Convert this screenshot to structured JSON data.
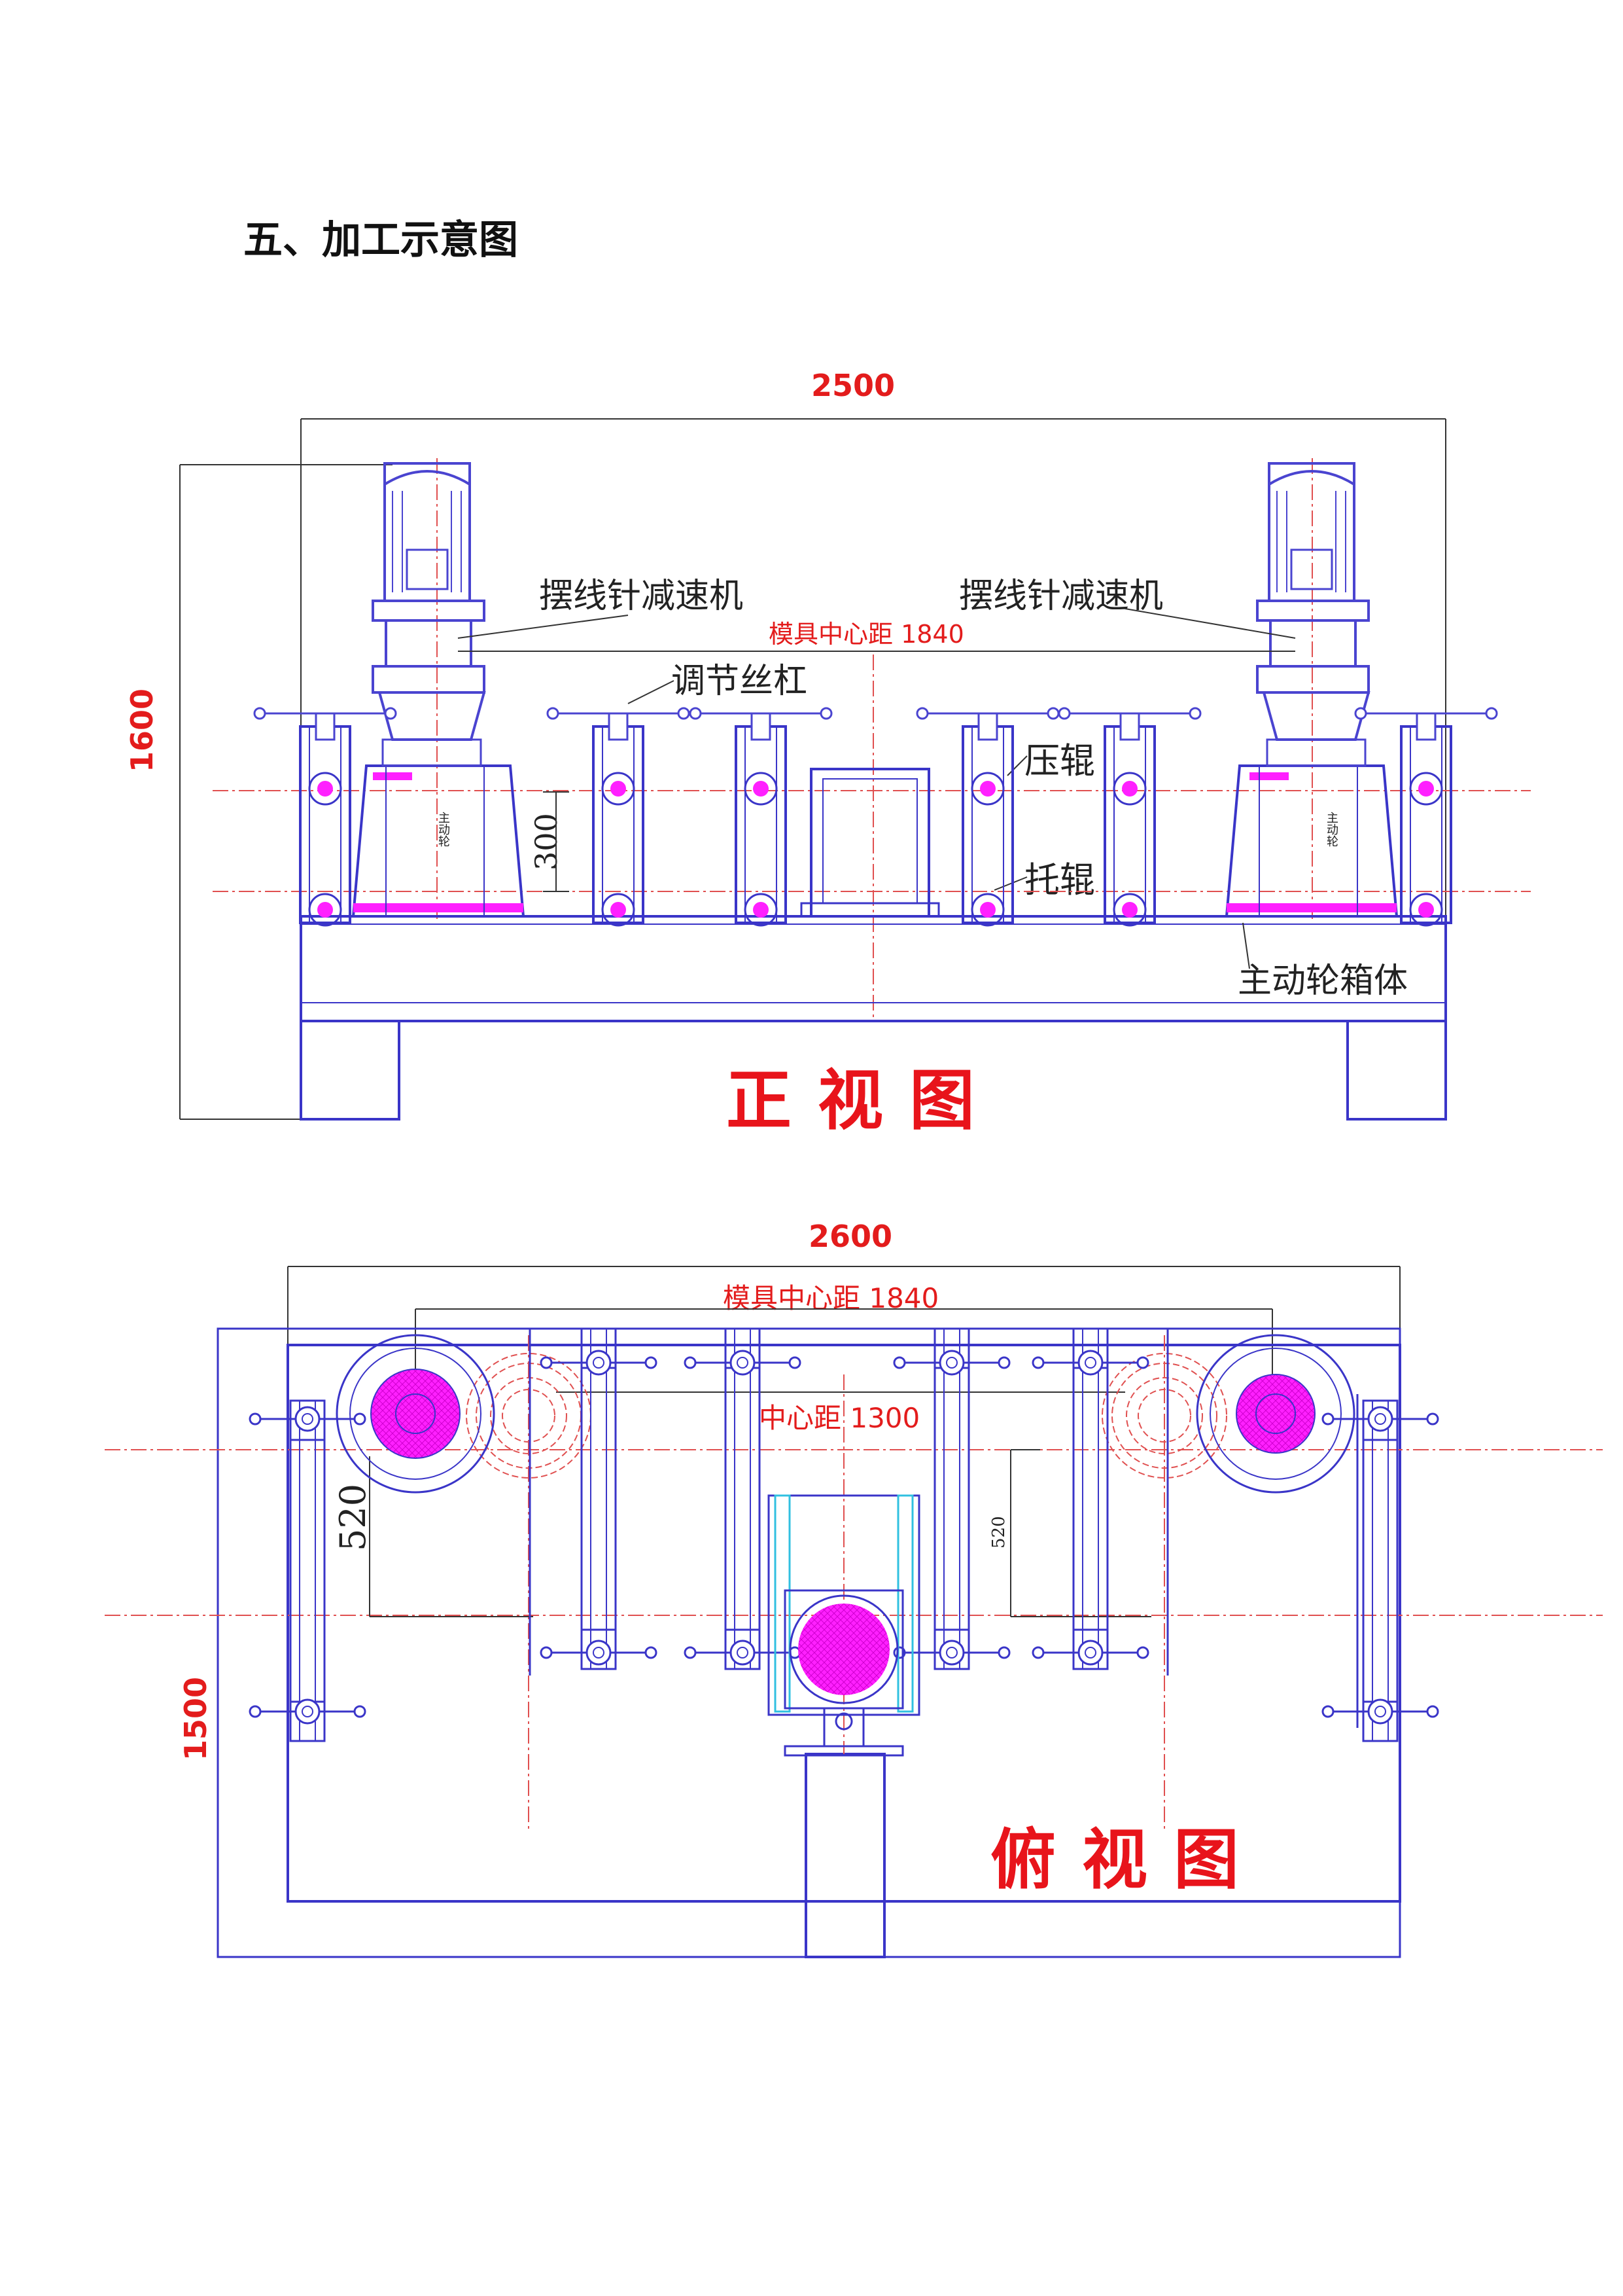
{
  "section_title": "五、加工示意图",
  "colors": {
    "frame_blue": "#3a35c8",
    "dim_red": "#e31c1c",
    "roller_magenta": "#ff20ff",
    "dashed_red": "#e05050",
    "motor_blue": "#4a44d0"
  },
  "front_view": {
    "title": "正视图",
    "width_dim": "2500",
    "height_dim": "1600",
    "die_spacing": "模具中心距 1840",
    "roll_gap": "300",
    "labels": {
      "reducer_left": "摆线针减速机",
      "reducer_right": "摆线针减速机",
      "screw": "调节丝杠",
      "press_roller": "压辊",
      "support_roller": "托辊",
      "drive_box": "主动轮箱体",
      "drive_wheel_left": "主动轮",
      "drive_wheel_right": "主动轮"
    }
  },
  "top_view": {
    "title": "俯视图",
    "width_dim": "2600",
    "depth_dim": "1500",
    "die_spacing": "模具中心距 1840",
    "center_spacing": "中心距 1300",
    "offset_left": "520",
    "offset_right": "520"
  }
}
